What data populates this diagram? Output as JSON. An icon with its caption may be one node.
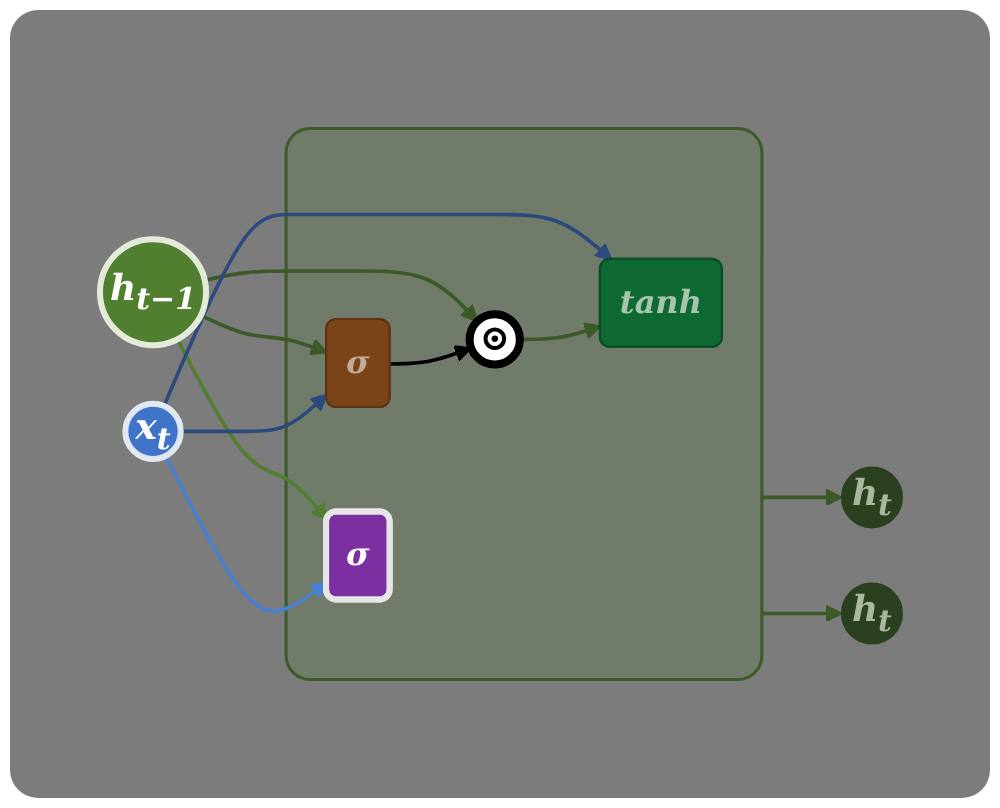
{
  "diagram": {
    "nodes": [
      {
        "text": [
          "h$_{t−1}$"
        ]
      },
      {
        "text": [
          "x$_{t}$"
        ]
      },
      {
        "text": [],
        "shape": "box"
      },
      {
        "text": [
          "σ"
        ],
        "in": 2
      },
      {
        "text": [
          "σ"
        ],
        "in": 2
      },
      {
        "text": [
          "⊙"
        ],
        "in": 2
      },
      {
        "text": [
          "tanh"
        ],
        "in": 2
      },
      {
        "text": [
          "h$_{t}$"
        ]
      },
      {
        "text": [
          "h$_{t}$"
        ]
      }
    ],
    "edges": [
      {
        "from": 0,
        "to": 3,
        "arrow": "to",
        "color": "#4f7f2f"
      },
      {
        "from": 1,
        "to": 3,
        "arrow": "to",
        "color": "#4a80d0"
      },
      {
        "from": 0,
        "to": 5,
        "arrow": "to"
      },
      {
        "from": 0,
        "to": 4,
        "arrow": "to"
      },
      {
        "from": 1,
        "to": 4,
        "arrow": "to",
        "color": "#2c4a7e"
      },
      {
        "from": 1,
        "to": 6,
        "arrow": "to",
        "color": "#2c4a7e"
      },
      {
        "from": 4,
        "to": 5,
        "arrow": "to",
        "color": "#000000"
      },
      {
        "from": 5,
        "to": 6,
        "arrow": "to"
      },
      {
        "from": 2,
        "to": 7,
        "arrow": "to"
      },
      {
        "from": 2,
        "to": 8,
        "arrow": "to"
      }
    ]
  }
}
